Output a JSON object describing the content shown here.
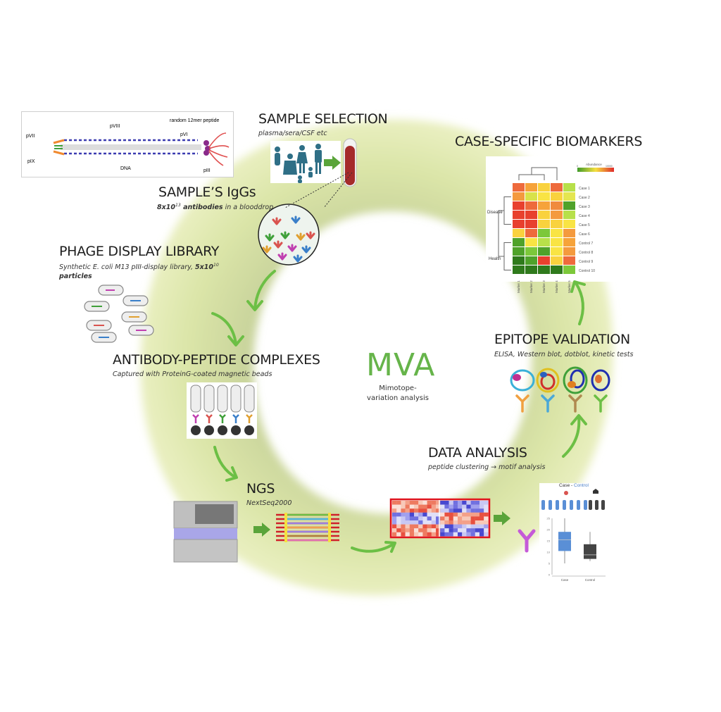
{
  "center": {
    "title": "MVA",
    "subtitle_line1": "Mimotope-",
    "subtitle_line2": "variation analysis"
  },
  "colors": {
    "ring_light": "#e4ecb8",
    "ring_dark": "#c9d49c",
    "arrow_green": "#6cbf45",
    "title_green": "#66b44a",
    "blood_red": "#a52a2a"
  },
  "phage_diagram": {
    "labels": {
      "pVII": "pVII",
      "pVIII": "pVIII",
      "random_peptide": "random 12mer peptide",
      "pVI": "pVI",
      "pIX": "pIX",
      "DNA": "DNA",
      "pIII": "pIII"
    }
  },
  "steps": {
    "sample_selection": {
      "title": "SAMPLE SELECTION",
      "subtitle": "plasma/sera/CSF etc"
    },
    "sample_iggs": {
      "title": "SAMPLE’S IgGs",
      "subtitle_bold": "8x10",
      "subtitle_exp": "13",
      "subtitle_bold2": " antibodies",
      "subtitle_rest": " in a blooddrop"
    },
    "phage_library": {
      "title": "PHAGE DISPLAY LIBRARY",
      "subtitle": "Synthetic E. coli M13 pIII-display library, ",
      "subtitle_bold": "5x10",
      "subtitle_exp": "10",
      "subtitle_line2": "particles"
    },
    "complexes": {
      "title": "ANTIBODY-PEPTIDE COMPLEXES",
      "subtitle": "Captured with ProteinG-coated magnetic beads"
    },
    "ngs": {
      "title": "NGS",
      "subtitle": "NextSeq2000"
    },
    "data_analysis": {
      "title": "DATA ANALYSIS",
      "subtitle": "peptide clustering → motif analysis"
    },
    "epitope_validation": {
      "title": "EPITOPE VALIDATION",
      "subtitle": "ELISA, Western blot, dotblot, kinetic tests"
    },
    "biomarkers": {
      "title": "CASE-SPECIFIC BIOMARKERS"
    }
  },
  "heatmap": {
    "legend_label": "Abundance",
    "legend_min": "0",
    "legend_max": "10000",
    "group_disease": "Disease",
    "group_health": "Health",
    "rows": [
      "Case 1",
      "Case 2",
      "Case 3",
      "Case 4",
      "Case 5",
      "Case 6",
      "Control 7",
      "Control 8",
      "Control 9",
      "Control 10"
    ],
    "cols": [
      "Marker 1",
      "Marker 2",
      "Marker 3",
      "Marker 4",
      "Marker 5"
    ],
    "cells": [
      [
        "#ee6a3c",
        "#f6a33a",
        "#f9d23e",
        "#ee6a3c",
        "#b7e04a"
      ],
      [
        "#f49a3e",
        "#d8e24a",
        "#f9e444",
        "#f9d23e",
        "#e4e650"
      ],
      [
        "#e8402e",
        "#ee6a3c",
        "#f6a33a",
        "#f08a3e",
        "#4fa22a"
      ],
      [
        "#e8402e",
        "#e8402e",
        "#f9d23e",
        "#f49a3e",
        "#b7e04a"
      ],
      [
        "#e8402e",
        "#e8402e",
        "#f9d23e",
        "#f9d23e",
        "#f9e444"
      ],
      [
        "#f9d23e",
        "#ee6a3c",
        "#7cc83a",
        "#f9e444",
        "#f49a3e"
      ],
      [
        "#4fa22a",
        "#f9e444",
        "#b7e04a",
        "#f9e444",
        "#f6a33a"
      ],
      [
        "#4fa22a",
        "#7cc83a",
        "#4fa22a",
        "#f9e444",
        "#f49a3e"
      ],
      [
        "#2f7a1c",
        "#4fa22a",
        "#e8402e",
        "#f9d23e",
        "#ee6a3c"
      ],
      [
        "#2f7a1c",
        "#2f7a1c",
        "#2f7a1c",
        "#2f7a1c",
        "#7cc83a"
      ]
    ]
  },
  "boxplot": {
    "title_case": "Case",
    "title_sep": " - ",
    "title_control": "Control",
    "y_ticks": [
      "0",
      "5",
      "10",
      "15",
      "20",
      "25"
    ],
    "x_labels": [
      "Case",
      "Control"
    ],
    "case": {
      "min": 5,
      "q1": 10.5,
      "median": 15.5,
      "q3": 19,
      "max": 25
    },
    "control": {
      "min": 6,
      "q1": 7,
      "median": 8.8,
      "q3": 13.5,
      "max": 19
    }
  }
}
